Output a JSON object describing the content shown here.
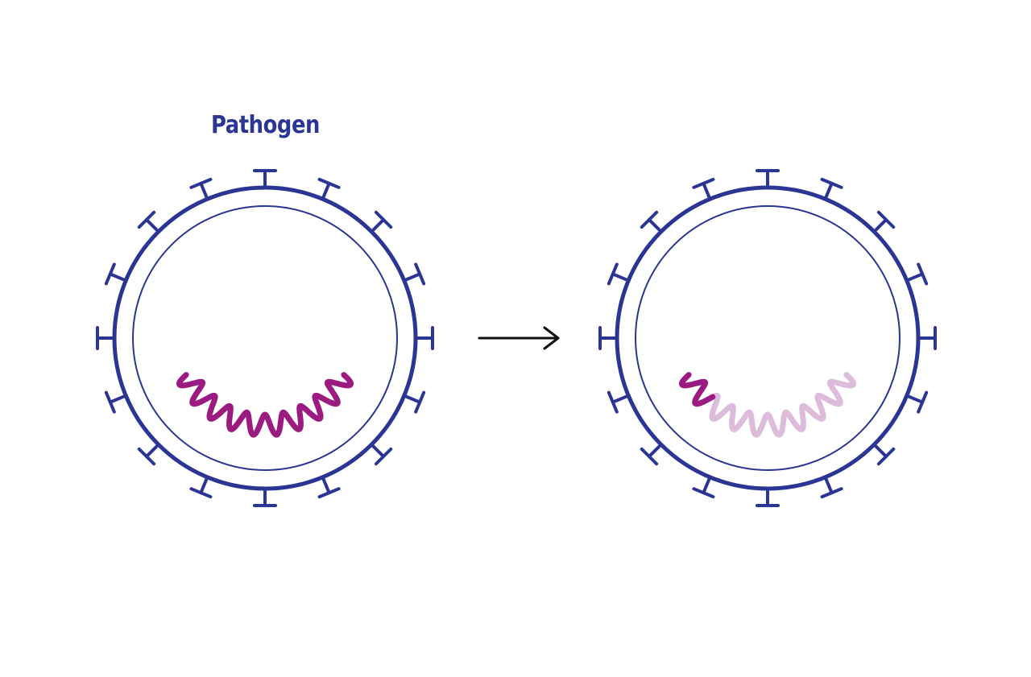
{
  "diagram": {
    "label": "Pathogen",
    "colors": {
      "envelope": "#2b3593",
      "genome": "#9b1b80",
      "genome_faded": "#dcbbdb",
      "arrow": "#111111",
      "label": "#2b3593"
    },
    "panels": [
      {
        "name": "intact-pathogen",
        "genome_state": "intact"
      },
      {
        "name": "degraded-pathogen",
        "genome_state": "mostly-degraded"
      }
    ]
  }
}
